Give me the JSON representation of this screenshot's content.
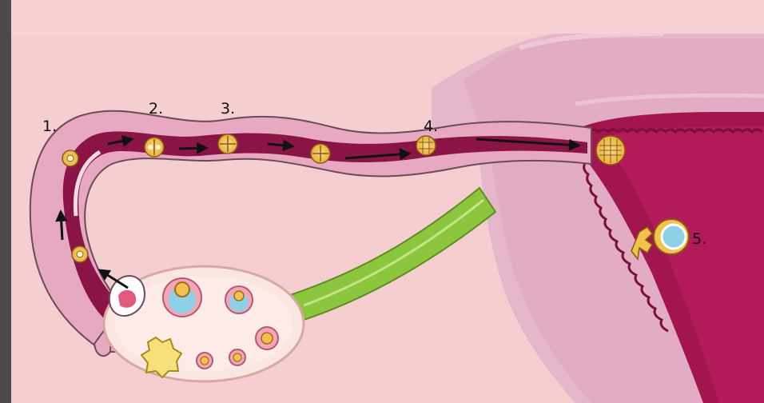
{
  "labels": {
    "l1": "1.",
    "l2": "2.",
    "l3": "3.",
    "l4": "4.",
    "l5": "5."
  },
  "colors": {
    "background": "#f5cfd0",
    "sidebar": "#4b4b4d",
    "tube_wall": "#e7a9c2",
    "tube_lumen": "#8a1446",
    "uterus_outer": "#e6b7cb",
    "uterus_inner": "#a3154f",
    "ligament": "#8cc63f",
    "ovary": "#fbe5df",
    "cell": "#f2c24c"
  },
  "icons": [
    "arrow-icon",
    "egg-cell-icon",
    "embryo-icon",
    "blastocyst-icon"
  ]
}
